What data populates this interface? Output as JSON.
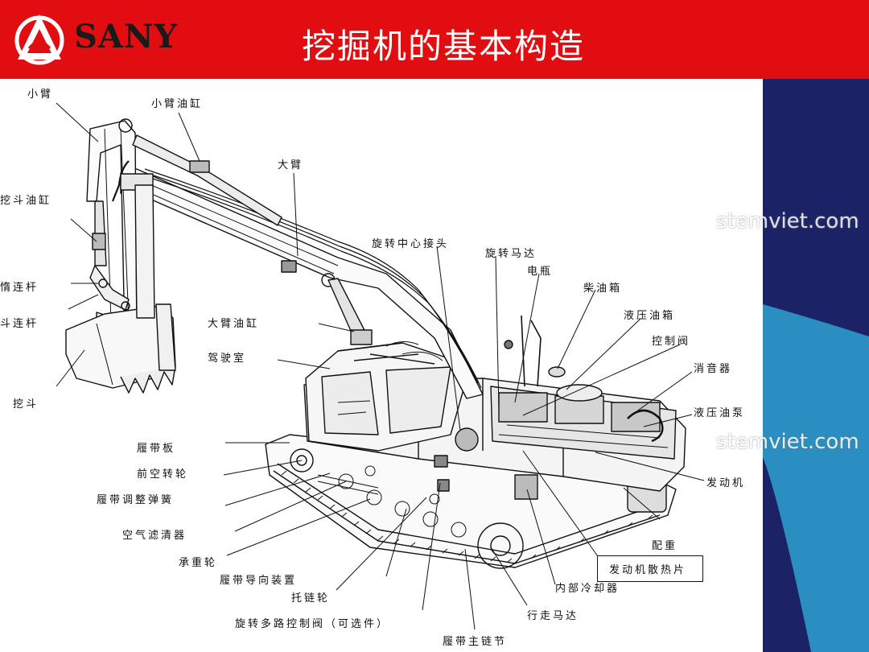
{
  "header": {
    "brand": "SANY",
    "title": "挖掘机的基本构造"
  },
  "watermarks": [
    "stemviet.com",
    "stemviet.com"
  ],
  "labels": {
    "xiaobi": "小臂",
    "xiaobi_cyl": "小臂油缸",
    "dabi": "大臂",
    "wadou_cyl": "挖斗油缸",
    "duolian": "惰连杆",
    "doulian": "斗连杆",
    "wadou": "挖斗",
    "dabi_cyl": "大臂油缸",
    "cab": "驾驶室",
    "xuanzhuan_joint": "旋转中心接头",
    "xuanzhuan_motor": "旋转马达",
    "battery": "电瓶",
    "diesel_tank": "柴油箱",
    "hyd_tank": "液压油箱",
    "control_valve": "控制阀",
    "muffler": "消音器",
    "hyd_pump": "液压油泵",
    "engine": "发动机",
    "counterweight": "配重",
    "radiator": "发动机散热片",
    "cooler": "内部冷却器",
    "travel_motor": "行走马达",
    "track_chain": "履带主链节",
    "swing_valve": "旋转多路控制阀（可选件）",
    "carrier_roller": "托链轮",
    "track_guide": "履带导向装置",
    "track_roller": "承重轮",
    "air_filter": "空气滤清器",
    "track_spring": "履带调整弹簧",
    "idler": "前空转轮",
    "track_shoe": "履带板"
  }
}
